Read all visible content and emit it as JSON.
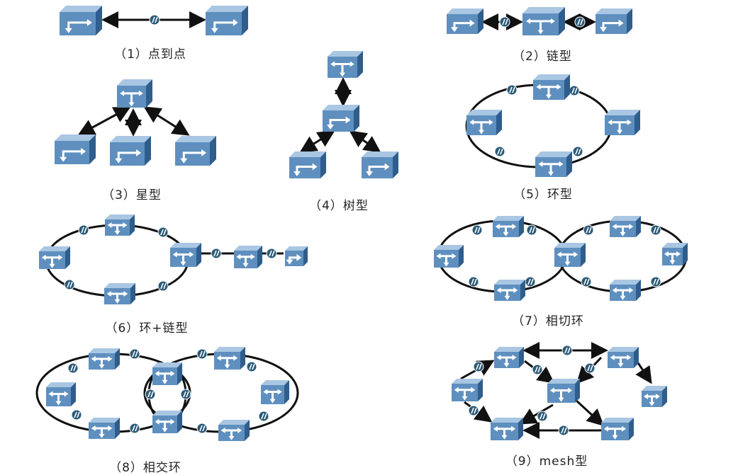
{
  "labels": [
    "（1）点到点",
    "（2）链型",
    "（3）星型",
    "（4）树型",
    "（5）环型",
    "（6）环+链型",
    "（7）相切环",
    "（8）相交环",
    "（9）mesh型"
  ],
  "colors": {
    "device_front": "#5e8fbf",
    "device_top": "#a9c6e2",
    "device_side": "#2f5d8c",
    "connector": "#2b5b78",
    "link": "#111111"
  },
  "icons": [
    "switch-device-icon",
    "router-device-icon",
    "link-connector-icon"
  ]
}
